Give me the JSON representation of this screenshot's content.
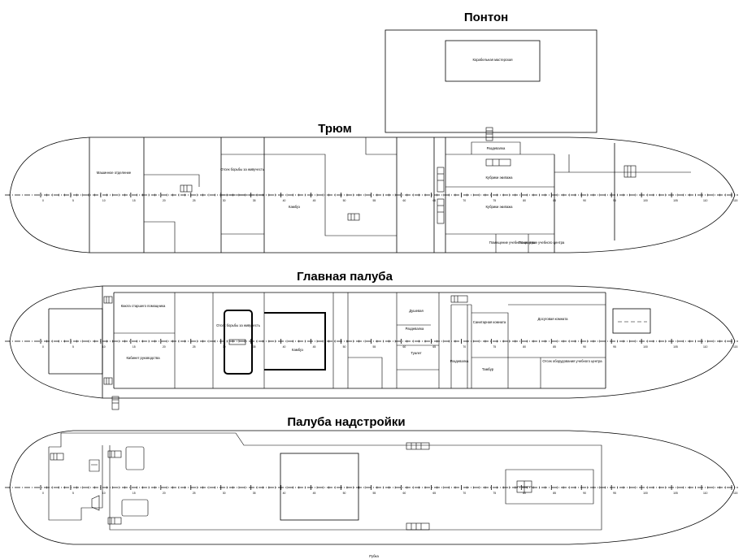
{
  "titles": {
    "ponton": "Понтон",
    "hold": "Трюм",
    "main_deck": "Главная палуба",
    "super_deck": "Палуба надстройки"
  },
  "ponton": {
    "room": "Корабельная мастерская"
  },
  "hold": {
    "rooms": [
      "Машинное отделение",
      "Отсек борьбы за живучесть",
      "Камбуз",
      "Раздевалка",
      "Кубрики экипажа",
      "Кубрики экипажа",
      "Помещение учебного центра",
      "Помещение учебного центра"
    ]
  },
  "main_deck": {
    "rooms": [
      "Каюта старшего помощника",
      "Кабинет руководства",
      "Отсек борьбы за живучесть",
      "Камбуз",
      "Душевая",
      "Раздевалка",
      "Туалет",
      "Раздевалка",
      "Санитарная комната",
      "Тамбур",
      "Досуговая комната",
      "Отсек оборудования учебного центра"
    ]
  },
  "super_deck": {
    "caption": "Рубка"
  },
  "ruler": {
    "hold": [
      "0",
      "5",
      "10",
      "15",
      "20",
      "25",
      "30",
      "35",
      "40",
      "45",
      "50",
      "55",
      "60",
      "65",
      "70",
      "75",
      "80",
      "85",
      "90",
      "95",
      "100",
      "105",
      "110",
      "115"
    ],
    "main": [
      "0",
      "5",
      "10",
      "15",
      "20",
      "25",
      "30",
      "35",
      "40",
      "45",
      "50",
      "55",
      "60",
      "65",
      "70",
      "75",
      "80",
      "85",
      "90",
      "95",
      "100",
      "105",
      "110",
      "115"
    ],
    "super": [
      "0",
      "5",
      "10",
      "15",
      "20",
      "25",
      "30",
      "35",
      "40",
      "45",
      "50",
      "55",
      "60",
      "65",
      "70",
      "75",
      "80",
      "85",
      "90",
      "95",
      "100",
      "105",
      "110",
      "115"
    ]
  }
}
